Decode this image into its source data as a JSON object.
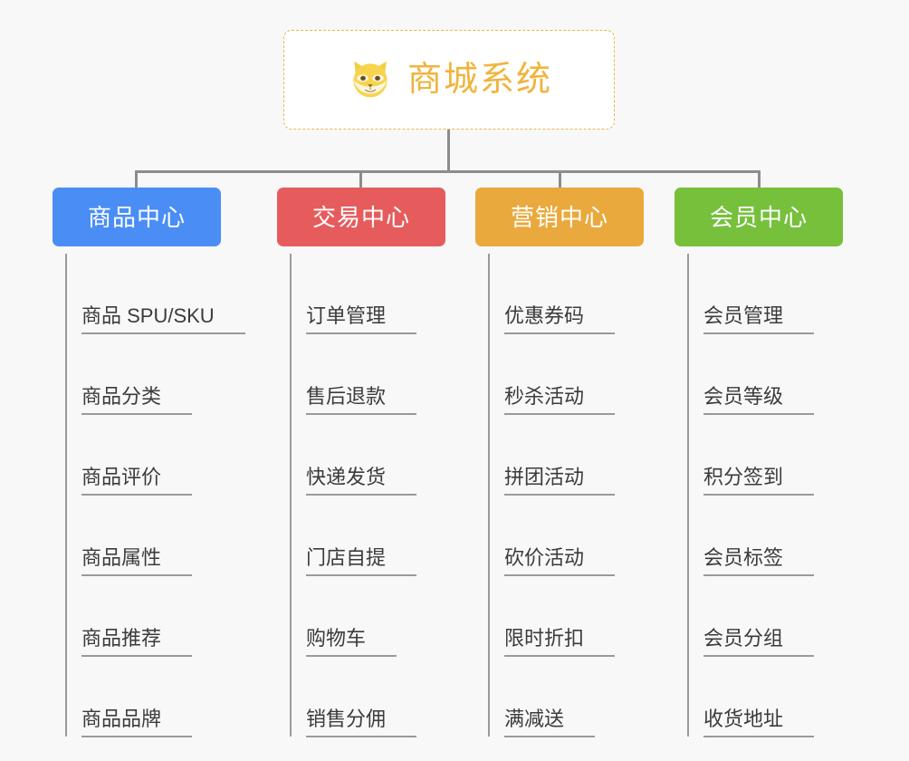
{
  "diagram": {
    "background_color": "#f8f8f8",
    "title": "商城系统",
    "root": {
      "icon": "shiba-dog-face-icon",
      "label": "商城系统",
      "text_color": "#f0b43c",
      "border_color": "#e8b74a",
      "background_color": "#ffffff"
    },
    "connector_color": "#8c8c8c",
    "leaf_line_color": "#9a9a9a",
    "leaf_text_color": "#3b3b3b",
    "columns": [
      {
        "id": "product-center",
        "label": "商品中心",
        "color": "#4a8ef5",
        "items": [
          "商品 SPU/SKU",
          "商品分类",
          "商品评价",
          "商品属性",
          "商品推荐",
          "商品品牌"
        ]
      },
      {
        "id": "trade-center",
        "label": "交易中心",
        "color": "#e65c5c",
        "items": [
          "订单管理",
          "售后退款",
          "快递发货",
          "门店自提",
          "购物车",
          "销售分佣"
        ]
      },
      {
        "id": "marketing-center",
        "label": "营销中心",
        "color": "#eaa93c",
        "items": [
          "优惠券码",
          "秒杀活动",
          "拼团活动",
          "砍价活动",
          "限时折扣",
          "满减送"
        ]
      },
      {
        "id": "member-center",
        "label": "会员中心",
        "color": "#76c03c",
        "items": [
          "会员管理",
          "会员等级",
          "积分签到",
          "会员标签",
          "会员分组",
          "收货地址"
        ]
      }
    ]
  }
}
